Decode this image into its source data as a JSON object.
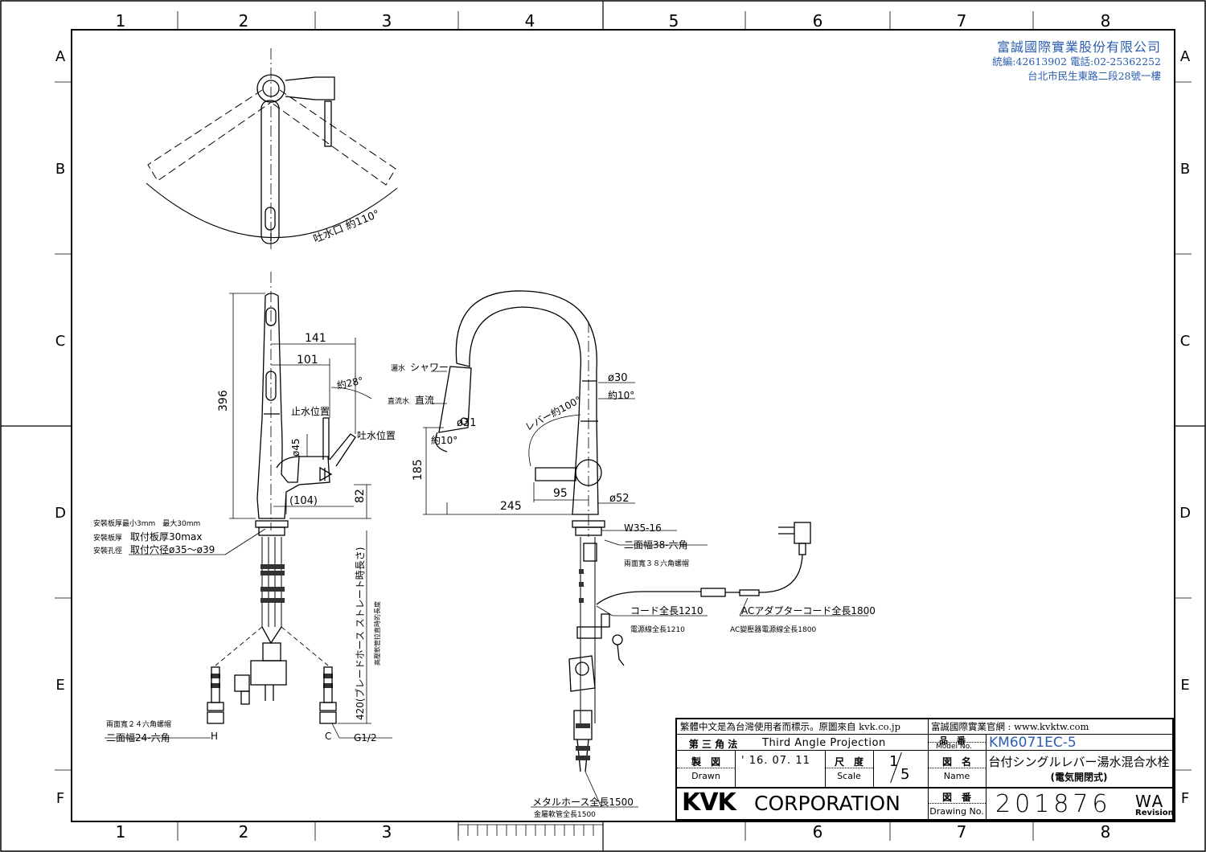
{
  "company": {
    "name": "富誠國際實業股份有限公司",
    "info": "統編:42613902 電話:02-25362252",
    "address": "台北市民生東路二段28號一樓"
  },
  "grid": {
    "columns": [
      "1",
      "2",
      "3",
      "4",
      "5",
      "6",
      "7",
      "8"
    ],
    "rows": [
      "A",
      "B",
      "C",
      "D",
      "E",
      "F"
    ]
  },
  "top_view": {
    "spout_label": "吐水口 約110°"
  },
  "side_view": {
    "dim_141": "141",
    "dim_101": "101",
    "dim_396": "396",
    "angle_28": "約28°",
    "stop": "止水位置",
    "spout_pos": "吐水位置",
    "dia_45": "ø45",
    "dim_104": "(104)",
    "dim_82": "82",
    "hose_len": "420(ブレードホース ストレート時長さ)",
    "hose_len_tw": "高壓軟管拉直時的長度",
    "plate_tw": "安裝板厚最小3mm　最大30mm",
    "plate_tw2": "安裝板厚",
    "plate": "取付板厚30max",
    "hole_tw": "安裝孔徑",
    "hole": "取付穴径ø35～ø39",
    "nut_tw": "兩面寬２４六角螺帽",
    "nut": "二面幅24-六角",
    "h": "H",
    "c": "C",
    "g": "G1/2"
  },
  "front_view": {
    "shower_tw": "灑水",
    "shower": "シャワー",
    "straight_tw": "直流水",
    "straight": "直流",
    "dia_31": "ø31",
    "angle_10a": "約10°",
    "lever": "レバー約100°",
    "dia_30": "ø30",
    "angle_10b": "約10°",
    "dim_185": "185",
    "dim_245": "245",
    "dim_95": "95",
    "dia_52": "ø52",
    "w35": "W35-16",
    "hex38": "二面幅38-六角",
    "hex38_tw": "兩面寬３８六角螺帽",
    "cord": "コード全長1210",
    "cord_tw": "電源線全長1210",
    "ac": "ACアダプターコード全長1800",
    "ac_tw": "AC變壓器電源線全長1800",
    "metal": "メタルホース全長1500",
    "metal_tw": "金屬軟管全長1500"
  },
  "title_block": {
    "notice": "繁體中文是為台灣使用者而標示。原圖來自 kvk.co.jp",
    "site": "富誠國際實業官網 : www.kvktw.com",
    "model_label": "品　番",
    "model_label_en": "Model No.",
    "model": "KM6071EC-5",
    "angle_jp": "第 三 角 法",
    "angle_en": "Third Angle Projection",
    "drawn_jp": "製　図",
    "drawn_en": "Drawn",
    "drawn_date": "' 16. 07. 11",
    "scale_jp": "尺　度",
    "scale_en": "Scale",
    "scale_num": "1",
    "scale_den": "5",
    "name_jp": "図　名",
    "name_en": "Name",
    "product": "台付シングルレバー湯水混合水栓",
    "product_sub": "(電気開閉式)",
    "logo": "KVK",
    "corp": "CORPORATION",
    "dwg_jp": "図　番",
    "dwg_en": "Drawing No.",
    "drawing_no": "201876",
    "rev": "WA",
    "rev_label": "Revision"
  }
}
